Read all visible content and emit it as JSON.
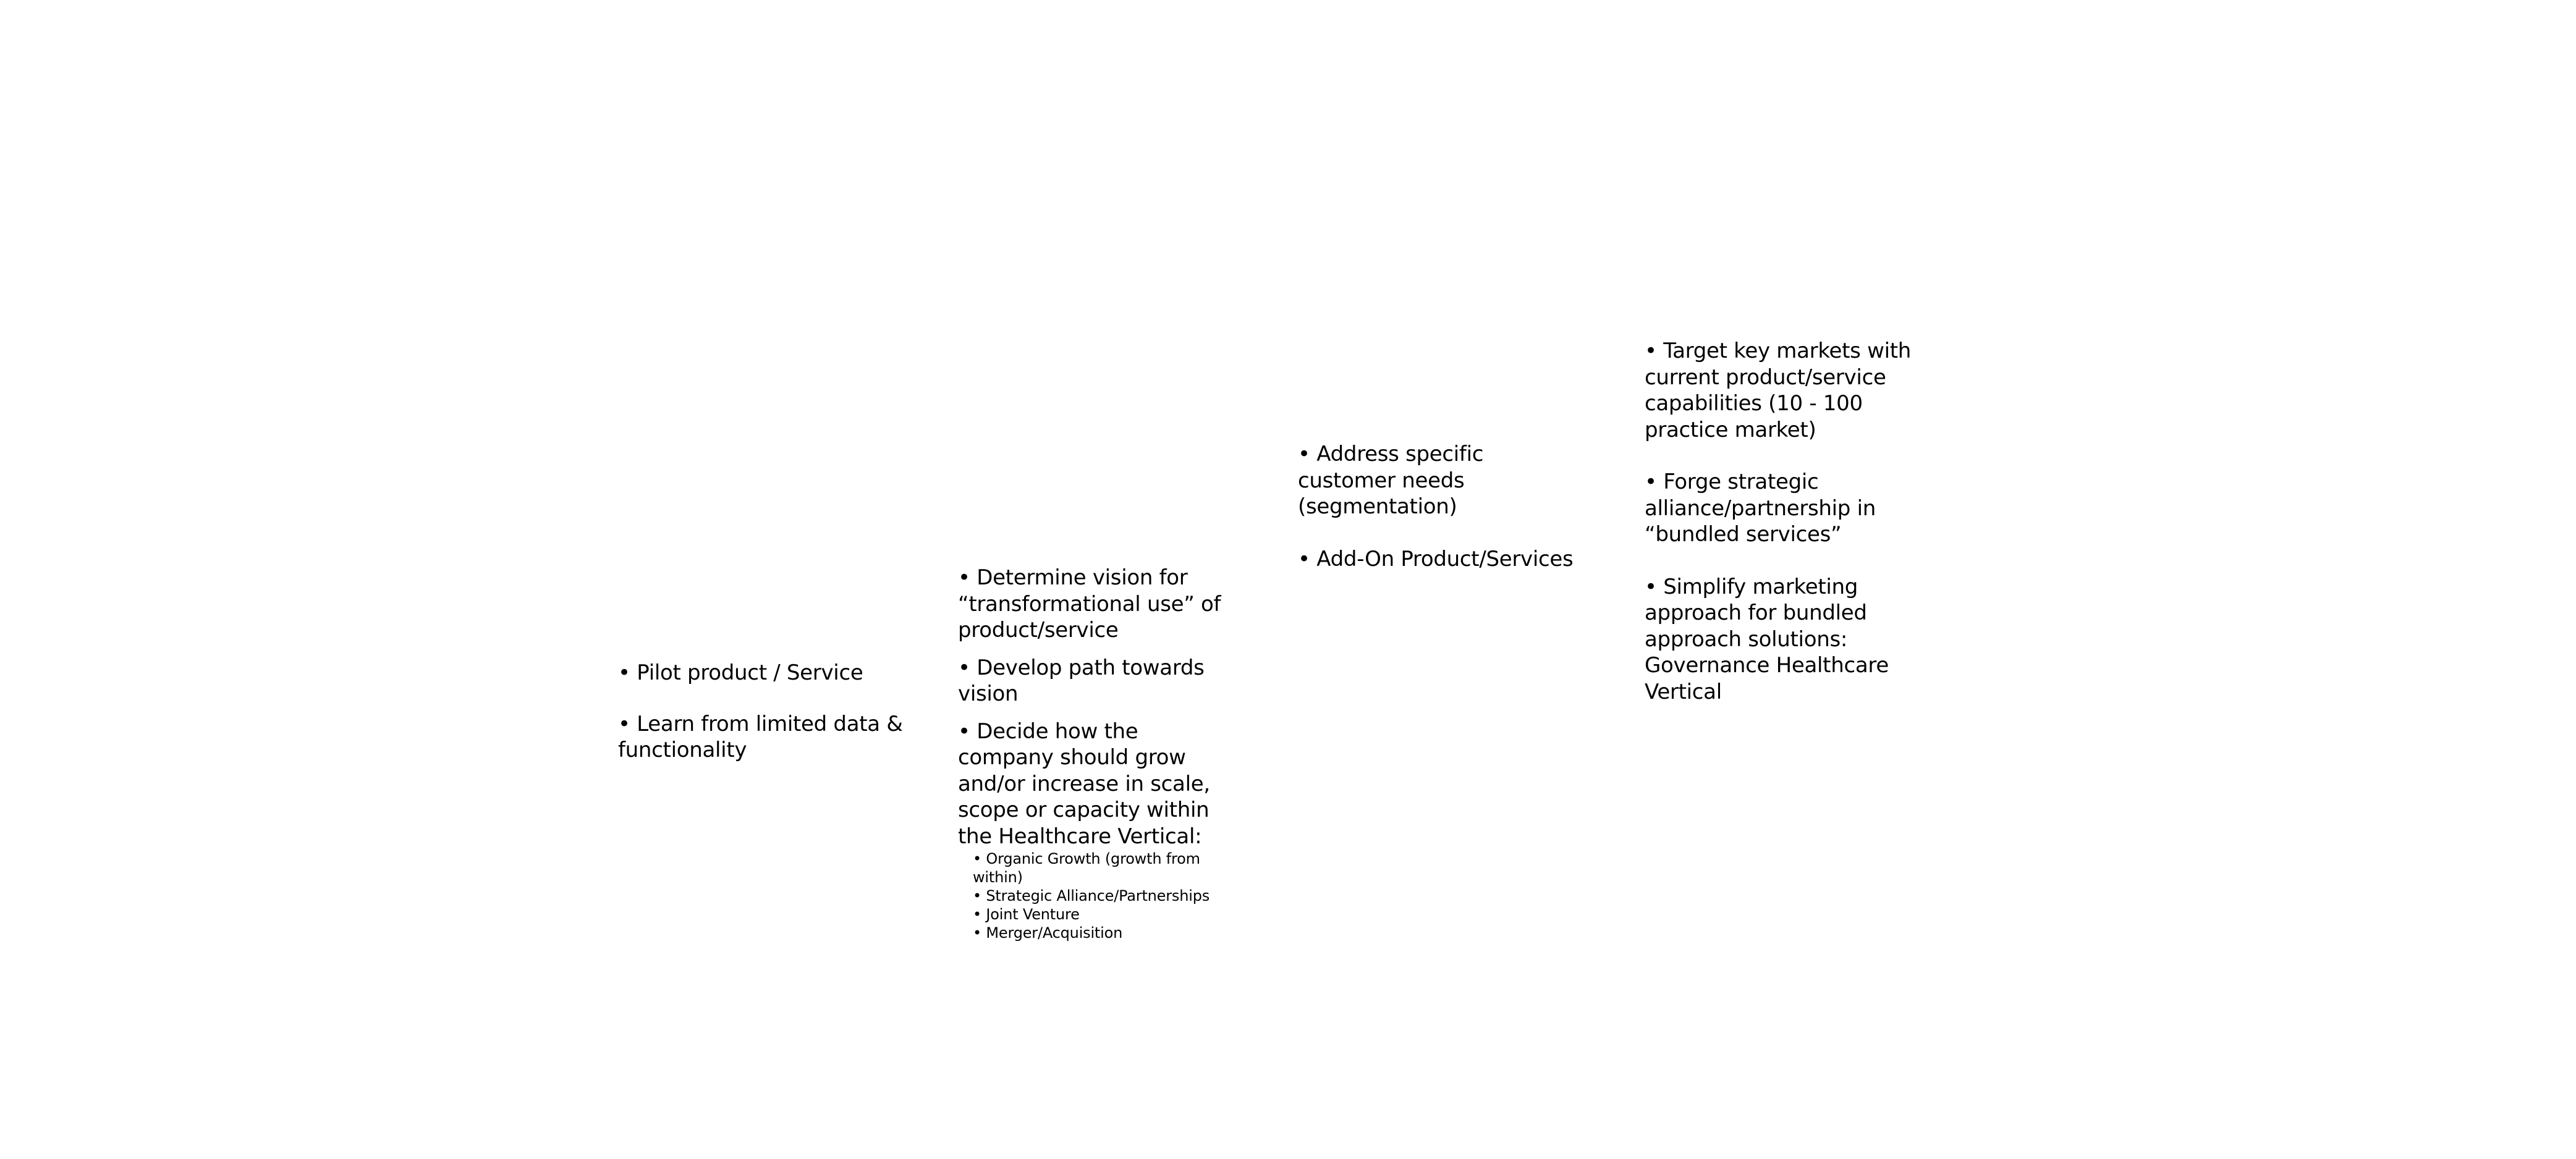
{
  "stages": [
    {
      "items": [
        "• Pilot product / Service",
        "• Learn from limited data &\nfunctionality"
      ]
    },
    {
      "items": [
        "• Determine vision for\n“transformational use” of\nproduct/service",
        "• Develop path towards\nvision",
        "• Decide how the\ncompany should grow\nand/or increase in scale,\nscope or capacity within\nthe Healthcare Vertical:"
      ],
      "subitems": [
        "• Organic Growth (growth from\nwithin)",
        "• Strategic Alliance/Partnerships",
        "• Joint Venture",
        "• Merger/Acquisition"
      ]
    },
    {
      "items": [
        "• Address specific\ncustomer needs\n(segmentation)",
        "• Add-On Product/Services"
      ]
    },
    {
      "items": [
        "• Target key markets with\ncurrent product/service\ncapabilities (10 - 100\npractice market)",
        "• Forge strategic\nalliance/partnership in\n“bundled services”",
        "• Simplify marketing\napproach for bundled\napproach solutions:\nGovernance Healthcare\nVertical"
      ]
    }
  ]
}
